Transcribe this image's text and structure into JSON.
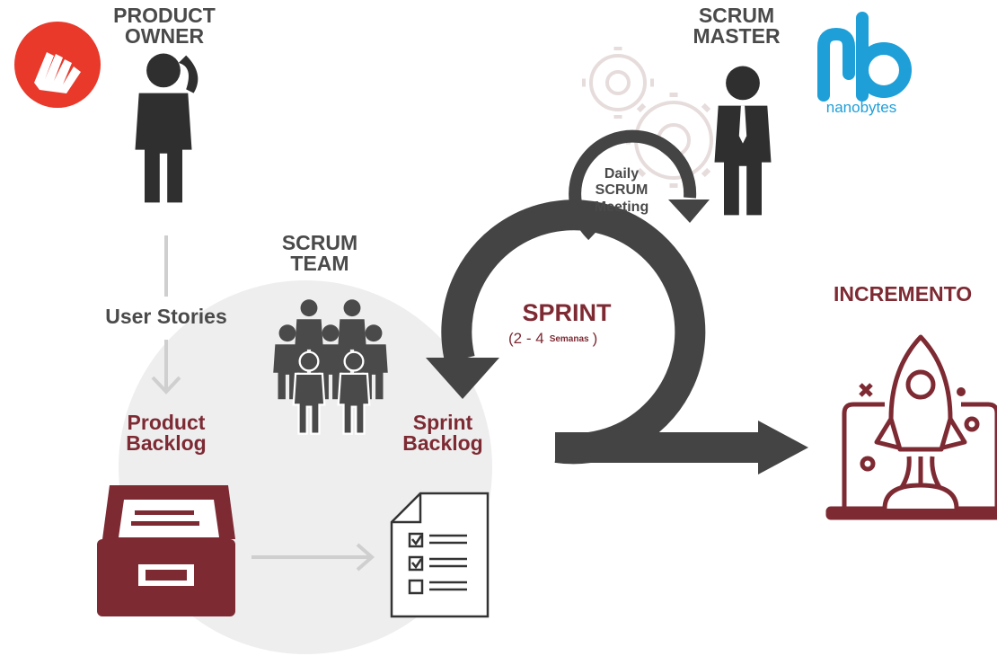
{
  "roles": {
    "product_owner": "PRODUCT\nOWNER",
    "scrum_master": "SCRUM\nMASTER",
    "scrum_team": "SCRUM\nTEAM"
  },
  "flow": {
    "user_stories": "User Stories",
    "product_backlog": "Product\nBacklog",
    "sprint_backlog": "Sprint\nBacklog",
    "daily_meeting": "Daily\nSCRUM\nMeeting",
    "sprint": "SPRINT",
    "sprint_duration_open": "(2 - 4",
    "sprint_duration_unit": "Semanas",
    "sprint_duration_close": ")",
    "increment": "INCREMENTO"
  },
  "logos": {
    "left_logo": "red-hands-logo",
    "right_logo_text": "nanobytes"
  },
  "colors": {
    "maroon": "#7d2a33",
    "dark_gray": "#4a4a4a",
    "light_gray": "#cfcfcf",
    "circle_bg": "#eeeeee",
    "logo_red": "#e8392b",
    "logo_blue": "#1f9fd8"
  }
}
